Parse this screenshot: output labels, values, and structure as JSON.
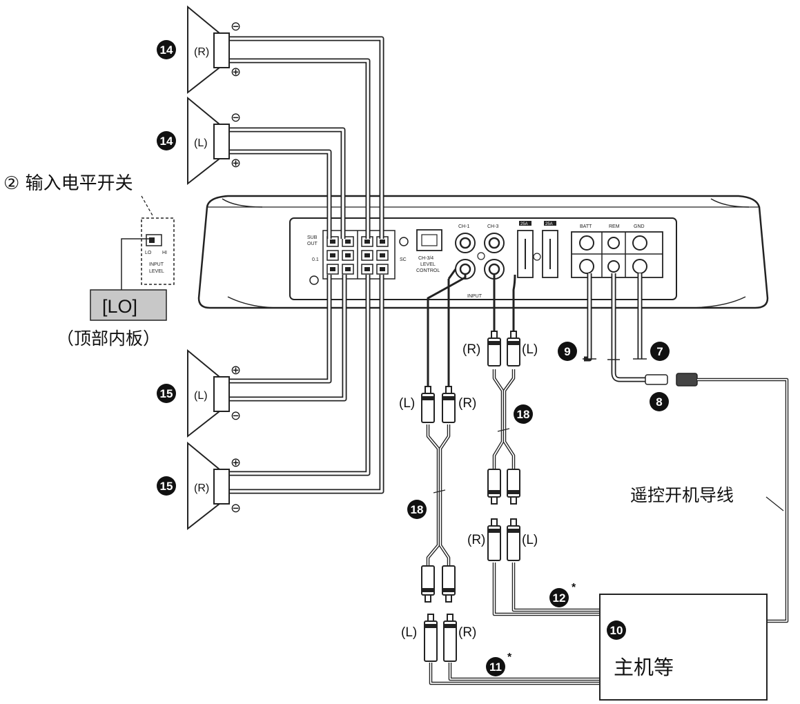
{
  "labels": {
    "input_switch_title": "② 输入电平开关",
    "lo_box": "[LO]",
    "top_inner_panel": "（顶部内板）",
    "remote_lead": "遥控开机导线",
    "head_unit": "主机等",
    "input_level": "INPUT",
    "input_level2": "LEVEL",
    "lo": "LO",
    "hi": "HI",
    "ch34_level": "CH-3/4",
    "ch34_level2": "LEVEL",
    "ch34_level3": "CONTROL",
    "ch1": "CH-1",
    "ch3": "CH-3",
    "input_small": "INPUT",
    "batt": "BATT",
    "rem": "REM",
    "gnd": "GND",
    "fuse1": "25A",
    "fuse2": "25A",
    "asterisk": "*"
  },
  "speakers": [
    {
      "number": "14",
      "side": "(R)",
      "top_sign": "⊖",
      "bottom_sign": "⊕"
    },
    {
      "number": "14",
      "side": "(L)",
      "top_sign": "⊖",
      "bottom_sign": "⊕"
    },
    {
      "number": "15",
      "side": "(L)",
      "top_sign": "⊕",
      "bottom_sign": "⊖"
    },
    {
      "number": "15",
      "side": "(R)",
      "top_sign": "⊕",
      "bottom_sign": "⊖"
    }
  ],
  "callouts": {
    "n9": "9",
    "n7": "7",
    "n8": "8",
    "n18a": "18",
    "n18b": "18",
    "n12": "12",
    "n11": "11",
    "n10": "10"
  },
  "rca_labels": {
    "top_right_r": "(R)",
    "top_right_l": "(L)",
    "mid_left_l": "(L)",
    "mid_left_r": "(R)",
    "low_right_r": "(R)",
    "low_right_l": "(L)",
    "bottom_left_l": "(L)",
    "bottom_left_r": "(R)"
  }
}
